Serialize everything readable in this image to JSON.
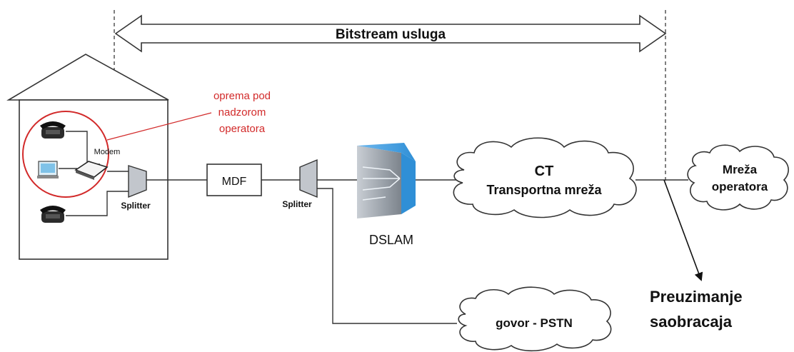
{
  "diagram": {
    "service_label": "Bitstream usluga",
    "operator_note": [
      "oprema pod",
      "nadzorom",
      "operatora"
    ],
    "modem_label": "Modem",
    "splitter_customer_label": "Splitter",
    "mdf_label": "MDF",
    "splitter_exchange_label": "Splitter",
    "dslam_label": "DSLAM",
    "ct_cloud": [
      "CT",
      "Transportna mreža"
    ],
    "operator_cloud": [
      "Mreža",
      "operatora"
    ],
    "pstn_cloud": "govor - PSTN",
    "handover_label": [
      "Preuzimanje",
      "saobracaja"
    ],
    "colors": {
      "note_red": "#d22a2a",
      "dslam_blue": "#2f8fd6",
      "line": "#333333"
    }
  }
}
